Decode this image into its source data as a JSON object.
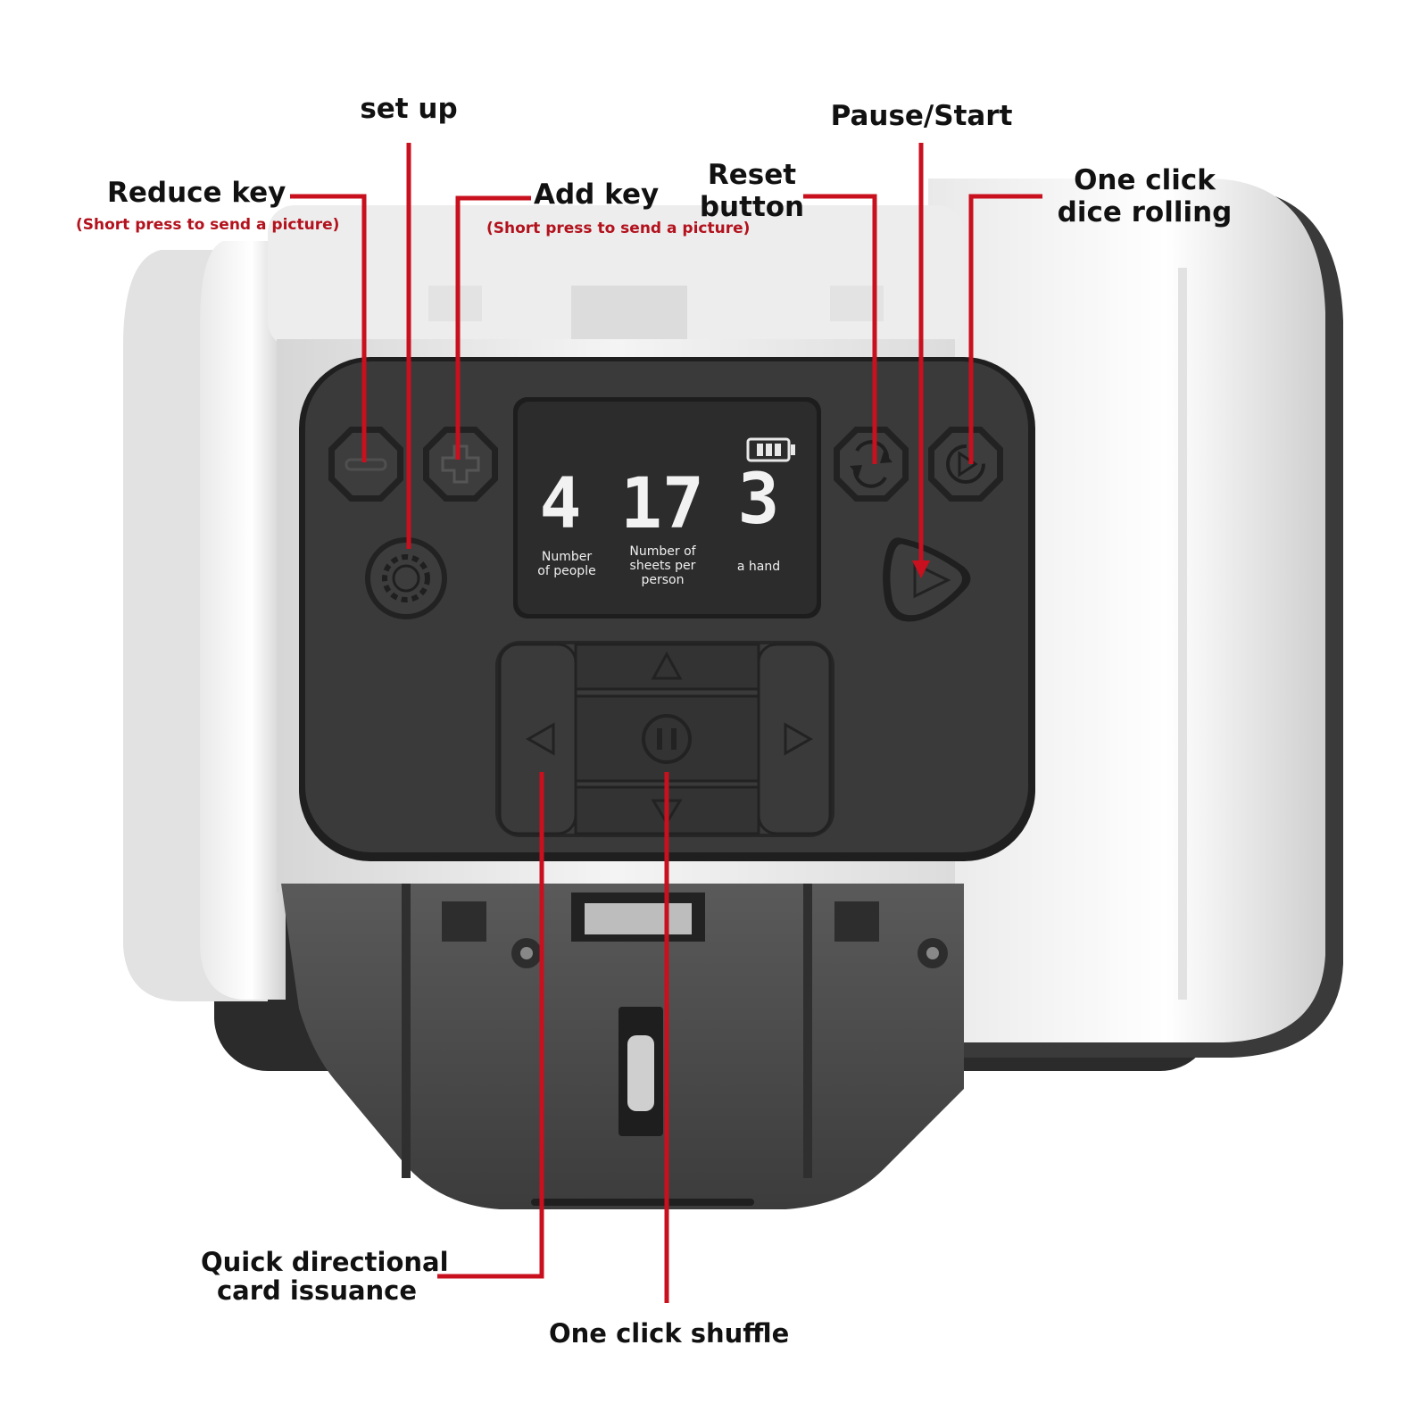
{
  "colors": {
    "callout_line": "#c8101e",
    "sublabel": "#b3121d",
    "panel": "#3a3a3a",
    "screen": "#2e2e2e",
    "body": "#ececec"
  },
  "labels": {
    "set_up": "set up",
    "pause_start": "Pause/Start",
    "reduce_key": "Reduce key",
    "reduce_key_note": "(Short press to send a picture)",
    "add_key": "Add key",
    "add_key_note": "(Short press to send a picture)",
    "reset_button_line1": "Reset",
    "reset_button_line2": "button",
    "dice_line1": "One click",
    "dice_line2": "dice rolling",
    "directional_line1": "Quick directional",
    "directional_line2": "card issuance",
    "shuffle": "One click shuffle"
  },
  "screen": {
    "people_value": "4",
    "people_caption_1": "Number",
    "people_caption_2": "of people",
    "sheets_value": "17",
    "sheets_caption_1": "Number of",
    "sheets_caption_2": "sheets per",
    "sheets_caption_3": "person",
    "hand_value": "3",
    "hand_caption": "a hand",
    "battery_level": 0.75
  },
  "icons": [
    "minus-icon",
    "plus-icon",
    "gear-icon",
    "reset-icon",
    "dice-icon",
    "play-icon",
    "arrow-up-icon",
    "arrow-down-icon",
    "arrow-left-icon",
    "arrow-right-icon",
    "pause-icon",
    "battery-icon"
  ]
}
